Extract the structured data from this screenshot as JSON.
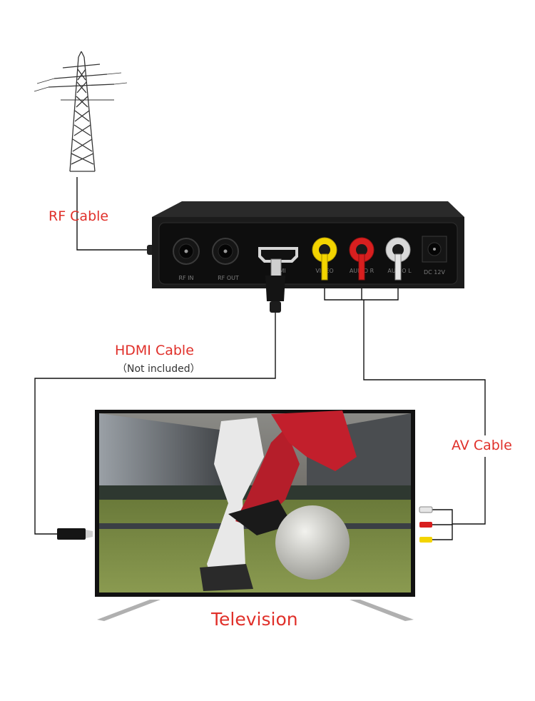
{
  "labels": {
    "rf_cable": "RF Cable",
    "hdmi_cable": "HDMI Cable",
    "hdmi_note": "（Not included）",
    "av_cable": "AV Cable",
    "television": "Television"
  },
  "ports": {
    "rf_in": "RF IN",
    "rf_out": "RF OUT",
    "hdmi": "HDMI",
    "video": "VIDEO",
    "audio_r": "AUDIO R",
    "audio_l": "AUDIO L",
    "dc": "DC 12V"
  },
  "colors": {
    "label_red": "#e0302a",
    "cable": "#111111",
    "box_body": "#1b1b1b",
    "jack_yellow": "#f3d400",
    "jack_red": "#d81f1f",
    "jack_white": "#d9d9d9"
  },
  "icons": [
    "power-tower-icon",
    "set-top-box",
    "hdmi-plug-icon",
    "rca-plug-icon",
    "television"
  ]
}
